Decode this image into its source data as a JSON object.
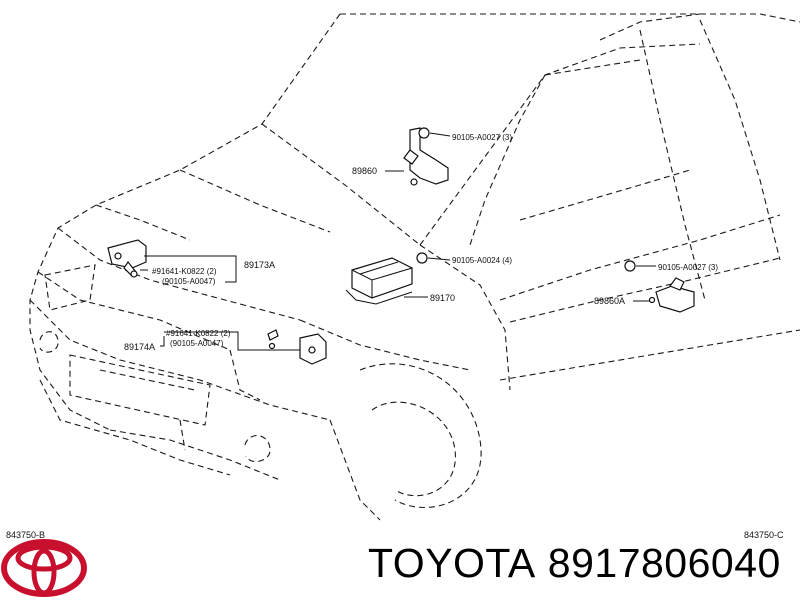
{
  "diagram": {
    "parts": [
      {
        "id": "89173A"
      },
      {
        "id": "89174A"
      },
      {
        "id": "89860"
      },
      {
        "id": "89170"
      },
      {
        "id": "89860A"
      }
    ],
    "callouts": {
      "c1_a": "#91641-K0822 (2)",
      "c1_b": "(90105-A0047)",
      "c2_a": "#91641-K0822 (2)",
      "c2_b": "(90105-A0047)",
      "c3": "90105-A0027 (3)",
      "c4": "90105-A0024 (4)",
      "c5": "90105-A0027 (3)"
    },
    "refs": {
      "left": "843750-B",
      "right": "843750-C"
    }
  },
  "footer": {
    "brand": "TOYOTA",
    "part_number": "8917806040",
    "logo_icon": "toyota-logo-icon",
    "logo_color": "#c8102e"
  }
}
